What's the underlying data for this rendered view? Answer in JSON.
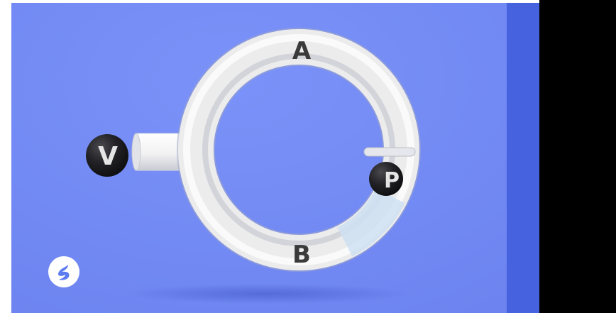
{
  "labels": {
    "top": "A",
    "bottom": "B",
    "ball_left": "V",
    "ball_right": "P"
  },
  "icons": {
    "brand_logo": "stylized-s-logo-icon",
    "left_ball": "black-sphere-icon",
    "right_ball": "black-sphere-icon"
  },
  "colors": {
    "background": "#7189f4",
    "side_strip": "#4762de",
    "black_panel": "#000000",
    "tube": "#efefef",
    "ball": "#1d1d1f",
    "label_dark": "#3a3a3a",
    "label_light": "#e5e5e5"
  }
}
